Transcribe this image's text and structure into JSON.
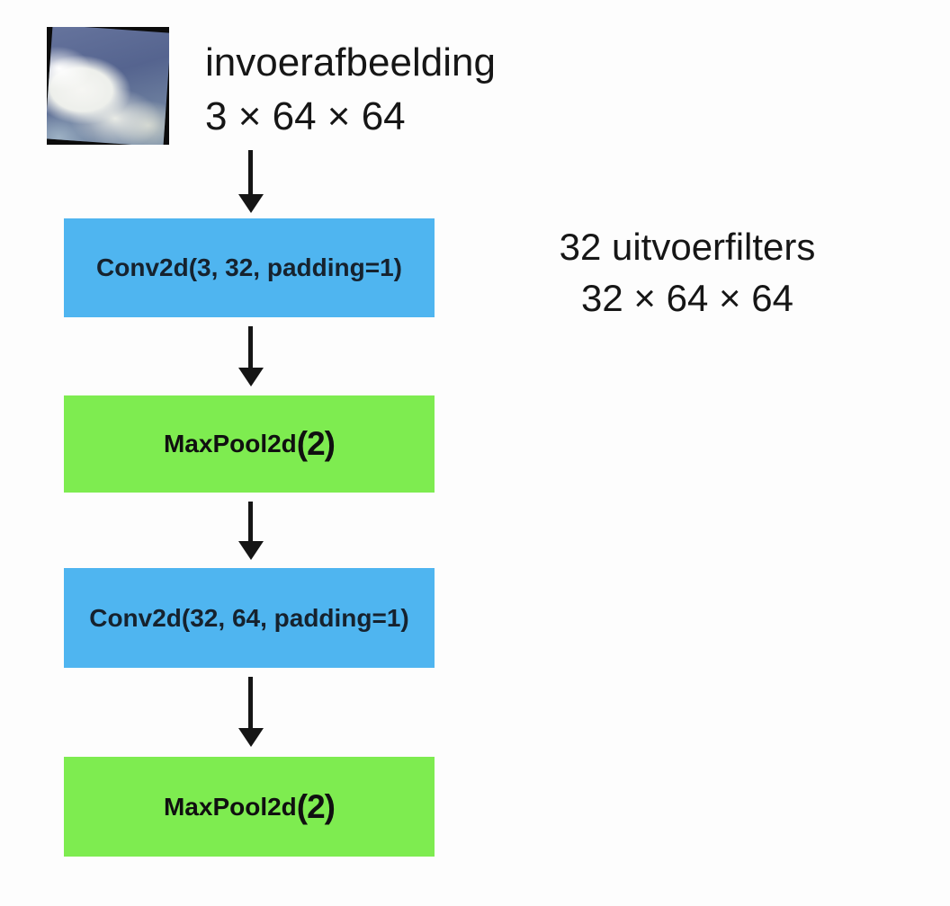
{
  "input": {
    "label": "invoerafbeelding",
    "shape": "3 × 64 × 64",
    "thumbnail": "cloudy-sky-photo"
  },
  "annotation": {
    "line1": "32 uitvoerfilters",
    "line2": "32 × 64 × 64"
  },
  "layers": [
    {
      "kind": "conv2d",
      "label": "Conv2d(3, 32, padding=1)",
      "color": "#4fb5f0"
    },
    {
      "kind": "maxpool",
      "label": "MaxPool2d",
      "suffix": "(2)",
      "color": "#7eec50"
    },
    {
      "kind": "conv2d",
      "label": "Conv2d(32, 64, padding=1)",
      "color": "#4fb5f0"
    },
    {
      "kind": "maxpool",
      "label": "MaxPool2d",
      "suffix": "(2)",
      "color": "#7eec50"
    }
  ],
  "colors": {
    "conv_box": "#4fb5f0",
    "pool_box": "#7eec50",
    "arrow": "#151515",
    "text": "#161616",
    "background": "#fdfdfd"
  }
}
